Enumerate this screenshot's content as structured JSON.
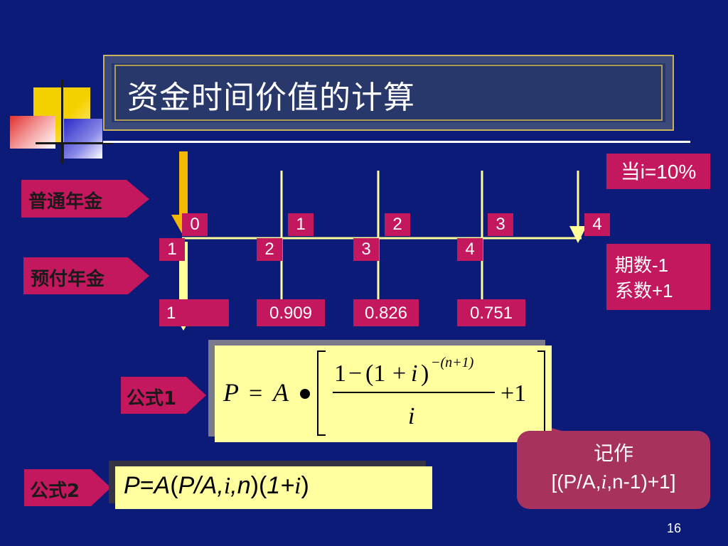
{
  "title": "资金时间价值的计算",
  "rate_badge": "当i=10%",
  "labels": {
    "ordinary_annuity": "普通年金",
    "annuity_due": "预付年金",
    "formula1": "公式1",
    "formula2": "公式2"
  },
  "periods_top": [
    "0",
    "1",
    "2",
    "3",
    "4"
  ],
  "periods_bottom": [
    "1",
    "2",
    "3",
    "4"
  ],
  "coefficients": [
    "1",
    "0.909",
    "0.826",
    "0.751"
  ],
  "adjust_note": [
    "期数-1",
    "系数+1"
  ],
  "formula1": {
    "lhs": "P",
    "eq": "=",
    "A": "A",
    "one": "1",
    "minus": "−",
    "paren": "(1",
    "plus_i": "+",
    "i": "i",
    "close": ")",
    "exponent": "−(n+1)",
    "denominator": "i",
    "plus_one": "+1"
  },
  "formula2": {
    "P": "P",
    "eq": "=",
    "A": "A",
    "open": "(",
    "PA": "P/A,",
    "i": "i",
    "comma_n": ",n",
    "close": ")",
    "open2": "(",
    "one_plus": "1+",
    "i2": "i",
    "close2": ")"
  },
  "note": {
    "line1": "记作",
    "line2_a": "[(P/A,",
    "line2_i": "i",
    "line2_b": ",n-1)+1]"
  },
  "page_number": "16",
  "colors": {
    "background": "#0c1b78",
    "magenta": "#c3175e",
    "yellow_box": "#ffffa0",
    "arrow_gold": "#f5b800",
    "arrow_light": "#ffff99"
  }
}
